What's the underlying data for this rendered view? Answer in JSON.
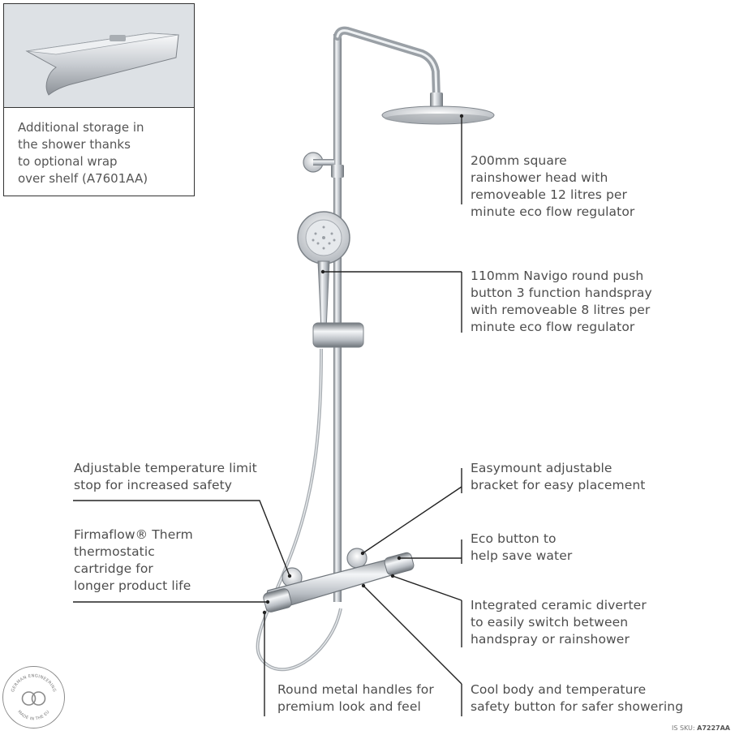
{
  "inset": {
    "text": "Additional storage in\nthe shower thanks\nto optional wrap\nover shelf (A7601AA)"
  },
  "callouts": {
    "rainshower_head": "200mm square\nrainshower head with\nremoveable 12 litres per\nminute eco flow regulator",
    "handspray": "110mm Navigo round push\nbutton 3 function handspray\nwith removeable 8 litres per\nminute eco flow regulator",
    "temp_limit": "Adjustable temperature limit\nstop for increased safety",
    "easymount": "Easymount adjustable\nbracket for easy placement",
    "firmaflow": "Firmaflow® Therm\nthermostatic\ncartridge for\nlonger product life",
    "eco_button": "Eco button to\nhelp save water",
    "diverter": "Integrated ceramic diverter\nto easily switch between\nhandspray or rainshower",
    "handles": "Round metal handles for\npremium look and feel",
    "cool_body": "Cool body and temperature\nsafety button for safer showering"
  },
  "badge": {
    "top_text": "GERMAN ENGINEERING",
    "bottom_text": "MADE IN THE EU"
  },
  "sku": {
    "label": "IS SKU:",
    "value": "A7227AA"
  },
  "colors": {
    "chrome_light": "#f2f4f6",
    "chrome_mid": "#b9bec4",
    "chrome_dark": "#6e747a",
    "text": "#4d4d4d"
  }
}
